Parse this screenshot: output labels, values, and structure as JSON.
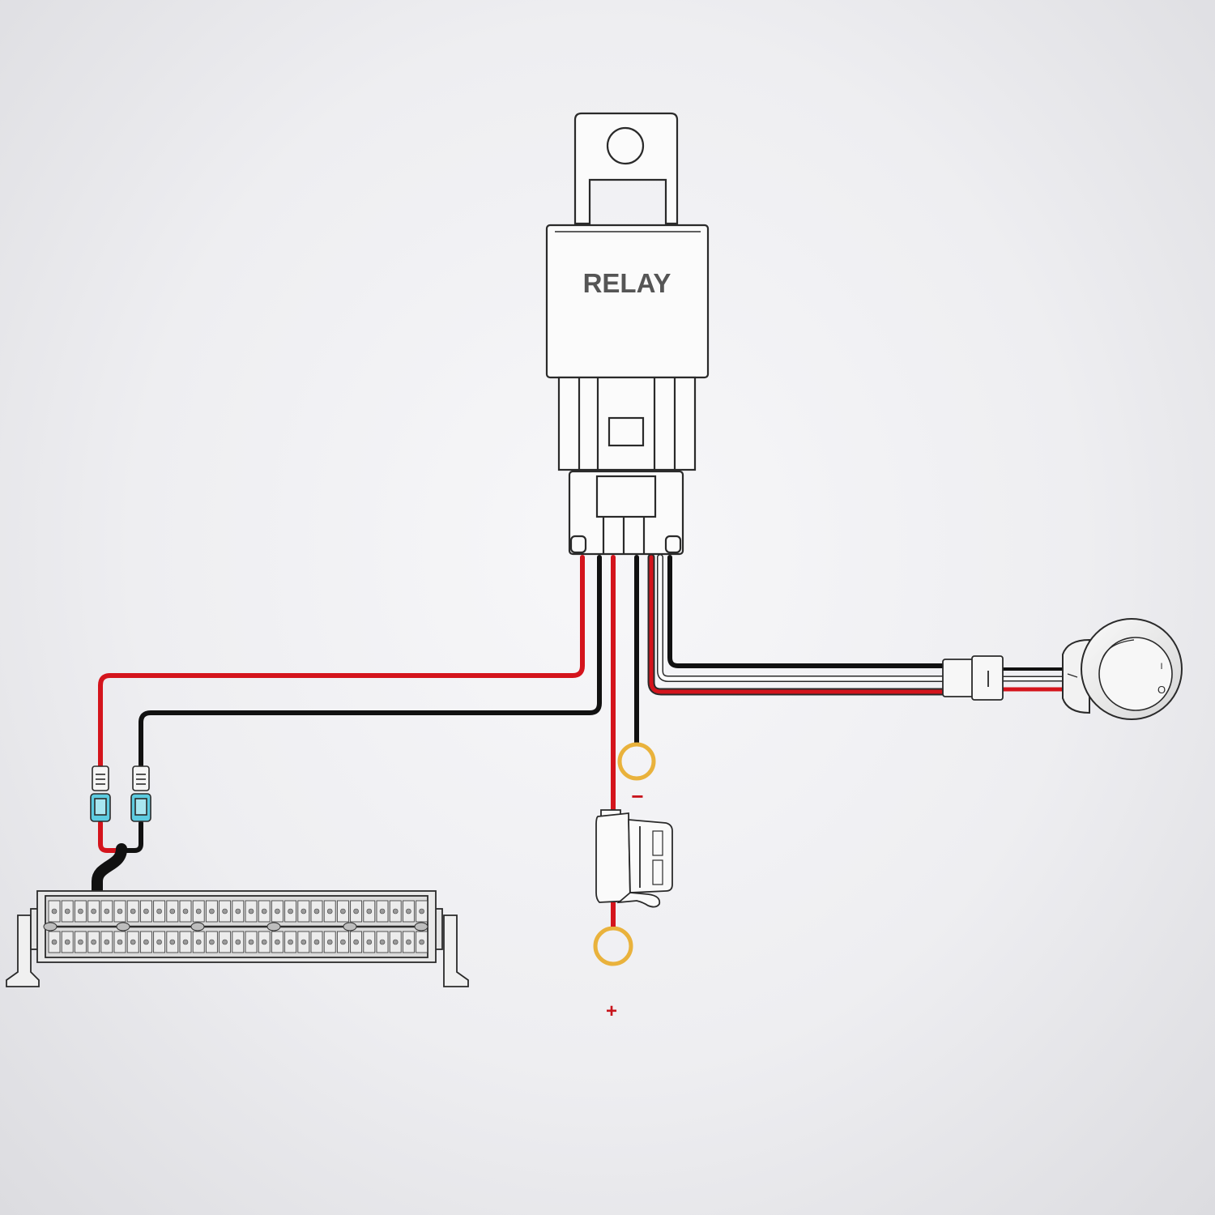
{
  "relay": {
    "label": "RELAY"
  },
  "terminals": {
    "negative_sign": "−",
    "positive_sign": "+"
  },
  "switch": {
    "on_mark": "I",
    "off_mark": "O"
  },
  "colors": {
    "power_wire": "#d4141c",
    "ground_wire": "#111111",
    "signal_wire": "#ffffff",
    "ring_terminal": "#e9b23c",
    "connector": "#5ccbe0",
    "outline": "#2a2a2a",
    "relay_label": "#555555",
    "positive_sign": "#c8141c",
    "negative_sign": "#c8141c"
  }
}
